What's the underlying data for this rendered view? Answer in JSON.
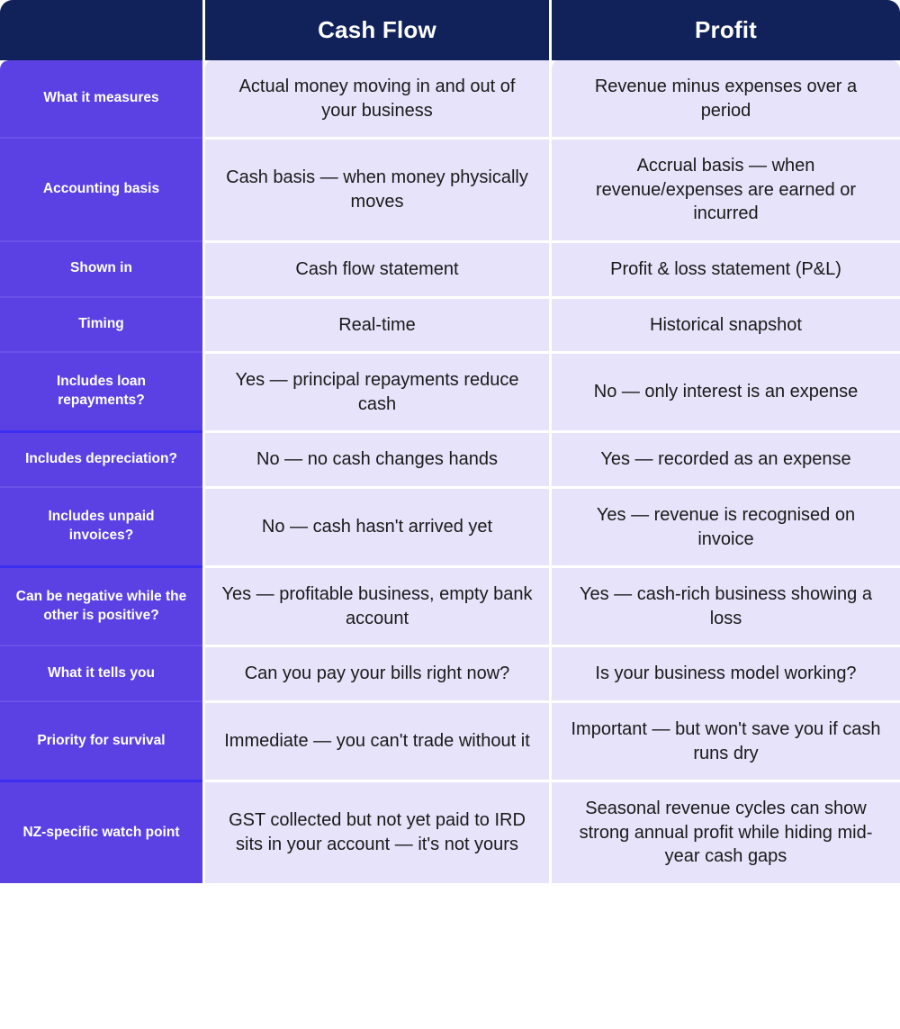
{
  "header": {
    "label_column": "",
    "columns": [
      "Cash Flow",
      "Profit"
    ]
  },
  "colors": {
    "header_bg": "#11225a",
    "label_bg": "#5b41e3",
    "cell_bg": "#e7e3fa",
    "divider": "#ffffff",
    "accent_line": "#3b2ef0",
    "header_text": "#ffffff",
    "label_text": "#ffffff",
    "cell_text": "#1a1a1a",
    "page_bg": "#ffffff"
  },
  "rows": [
    {
      "label": "What it measures",
      "cash_flow": "Actual money moving in and out of your business",
      "profit": "Revenue minus expenses over a period"
    },
    {
      "label": "Accounting basis",
      "cash_flow": "Cash basis — when money physically moves",
      "profit": "Accrual basis — when revenue/expenses are earned or incurred"
    },
    {
      "label": "Shown in",
      "cash_flow": "Cash flow statement",
      "profit": "Profit & loss statement (P&L)"
    },
    {
      "label": "Timing",
      "cash_flow": "Real-time",
      "profit": "Historical snapshot"
    },
    {
      "label": "Includes loan repayments?",
      "cash_flow": "Yes — principal repayments reduce cash",
      "profit": "No — only interest is an expense"
    },
    {
      "label": "Includes depreciation?",
      "cash_flow": "No — no cash changes hands",
      "profit": "Yes — recorded as an expense"
    },
    {
      "label": "Includes unpaid invoices?",
      "cash_flow": "No — cash hasn't arrived yet",
      "profit": "Yes — revenue is recognised on invoice"
    },
    {
      "label": "Can be negative while the other is positive?",
      "cash_flow": "Yes — profitable business, empty bank account",
      "profit": "Yes — cash-rich business showing a loss"
    },
    {
      "label": "What it tells you",
      "cash_flow": "Can you pay your bills right now?",
      "profit": "Is your business model working?"
    },
    {
      "label": "Priority for survival",
      "cash_flow": "Immediate — you can't trade without it",
      "profit": "Important — but won't save you if cash runs dry"
    },
    {
      "label": "NZ-specific watch point",
      "cash_flow": "GST collected but not yet paid to IRD sits in your account — it's not yours",
      "profit": "Seasonal revenue cycles can show strong annual profit while hiding mid-year cash gaps"
    }
  ]
}
